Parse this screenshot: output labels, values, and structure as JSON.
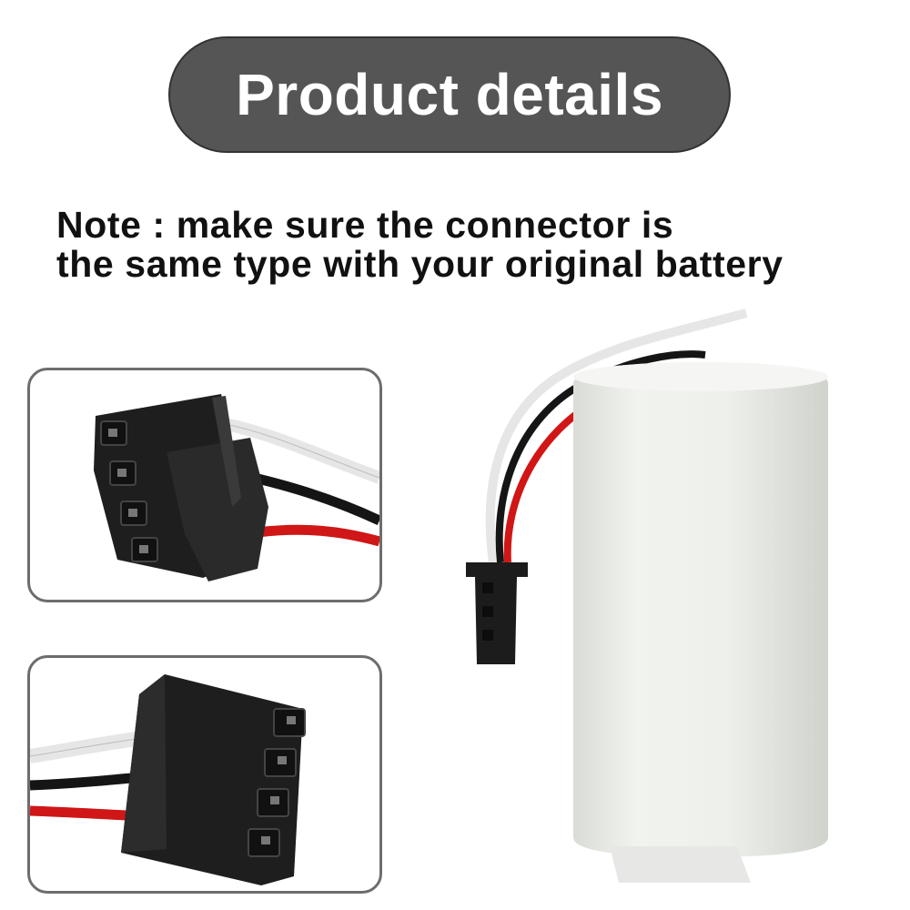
{
  "banner": {
    "title": "Product details"
  },
  "note": {
    "line1": "Note : make sure the connector is",
    "line2": "the same type with your original battery"
  },
  "colors": {
    "banner_bg": "#555555",
    "wire_white": "#e6e6e6",
    "wire_black": "#151515",
    "wire_red": "#d01616",
    "connector": "#1c1c1c",
    "battery": "#eceeea"
  },
  "images": {
    "top_panel": "connector-closeup-top",
    "bottom_panel": "connector-closeup-bottom",
    "main": "battery-with-connector"
  }
}
